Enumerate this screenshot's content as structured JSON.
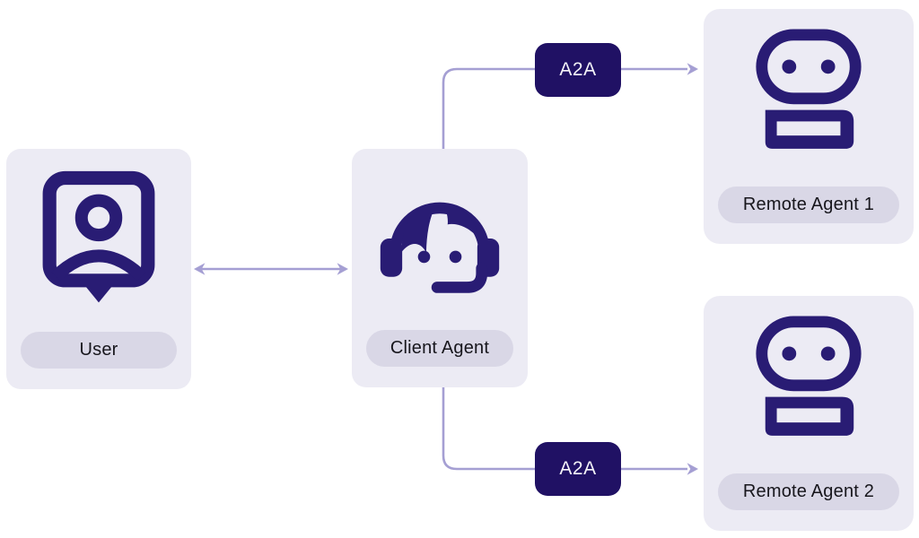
{
  "diagram": {
    "nodes": [
      {
        "id": "user",
        "label": "User",
        "icon": "user-pin-icon"
      },
      {
        "id": "client_agent",
        "label": "Client Agent",
        "icon": "headset-agent-icon"
      },
      {
        "id": "remote_agent_1",
        "label": "Remote Agent 1",
        "icon": "robot-icon"
      },
      {
        "id": "remote_agent_2",
        "label": "Remote Agent 2",
        "icon": "robot-icon"
      }
    ],
    "edges": [
      {
        "from": "user",
        "to": "client_agent",
        "style": "double-headed-arrow"
      },
      {
        "from": "client_agent",
        "to": "remote_agent_1",
        "style": "arrow",
        "label": "A2A"
      },
      {
        "from": "client_agent",
        "to": "remote_agent_2",
        "style": "arrow",
        "label": "A2A"
      }
    ],
    "colors": {
      "page-bg": "#ffffff",
      "card-bg": "#ECEBF4",
      "pill-bg": "#D9D7E6",
      "ink": "#291C74",
      "badge-bg": "#201164",
      "badge-text": "#F4F3F8",
      "line": "#A59FD3",
      "label-text": "#17161C"
    }
  }
}
